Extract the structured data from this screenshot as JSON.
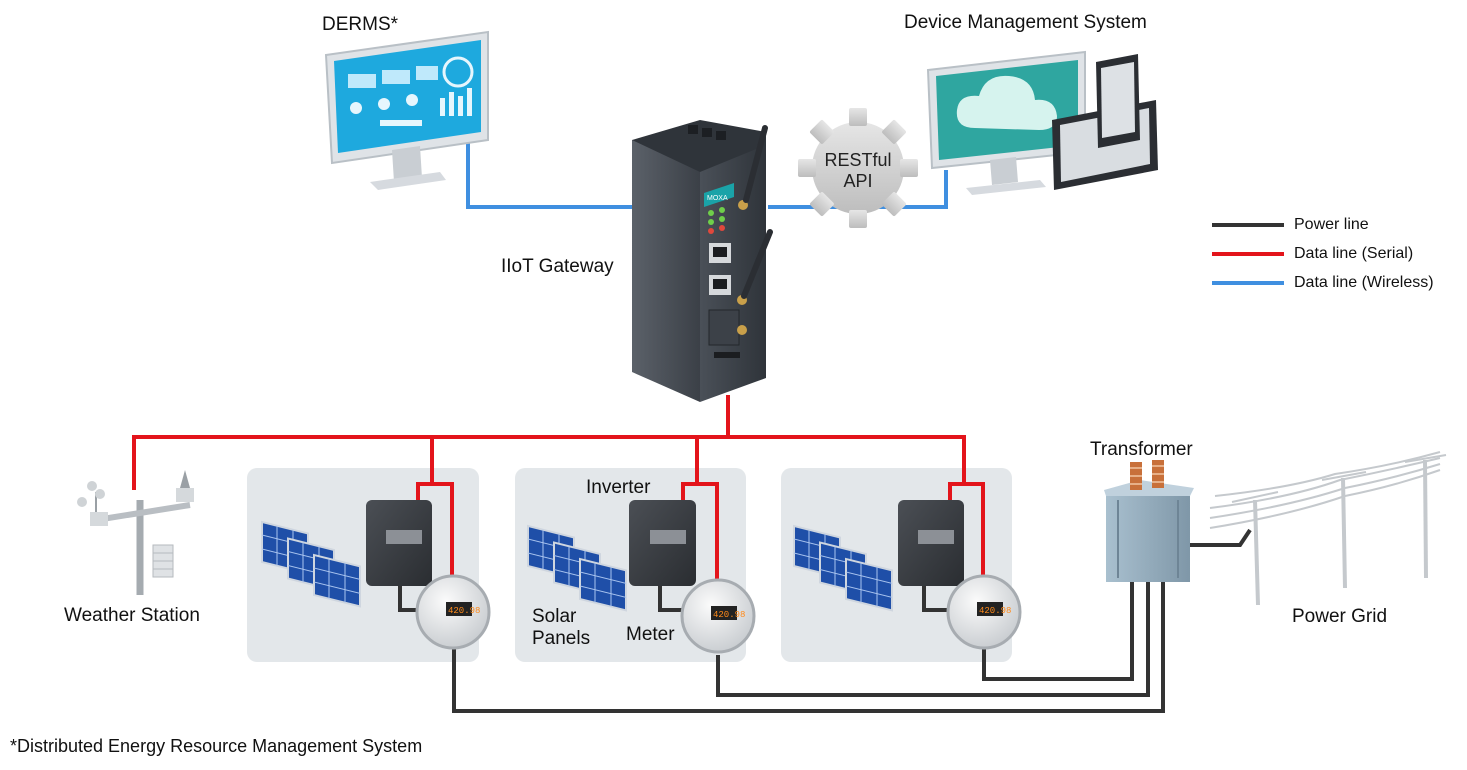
{
  "labels": {
    "derms": "DERMS*",
    "dms": "Device Management System",
    "api_line1": "RESTful",
    "api_line2": "API",
    "gateway": "IIoT Gateway",
    "gateway_brand": "MOXA",
    "weather": "Weather Station",
    "inverter": "Inverter",
    "solar_line1": "Solar",
    "solar_line2": "Panels",
    "meter": "Meter",
    "meter_reading": "420.98",
    "transformer": "Transformer",
    "power_grid": "Power Grid"
  },
  "legend": [
    {
      "label": "Power line",
      "color": "#333333"
    },
    {
      "label": "Data line (Serial)",
      "color": "#e3141b"
    },
    {
      "label": "Data line (Wireless)",
      "color": "#3f8fe0"
    }
  ],
  "footnote": "*Distributed Energy Resource Management System",
  "colors": {
    "power": "#333333",
    "serial": "#e3141b",
    "wireless": "#3f8fe0",
    "site_bg": "#e3e7ea",
    "screen_derms": "#1ea9de",
    "screen_dms": "#2fa6a0",
    "device_body": "#3a3f46"
  }
}
